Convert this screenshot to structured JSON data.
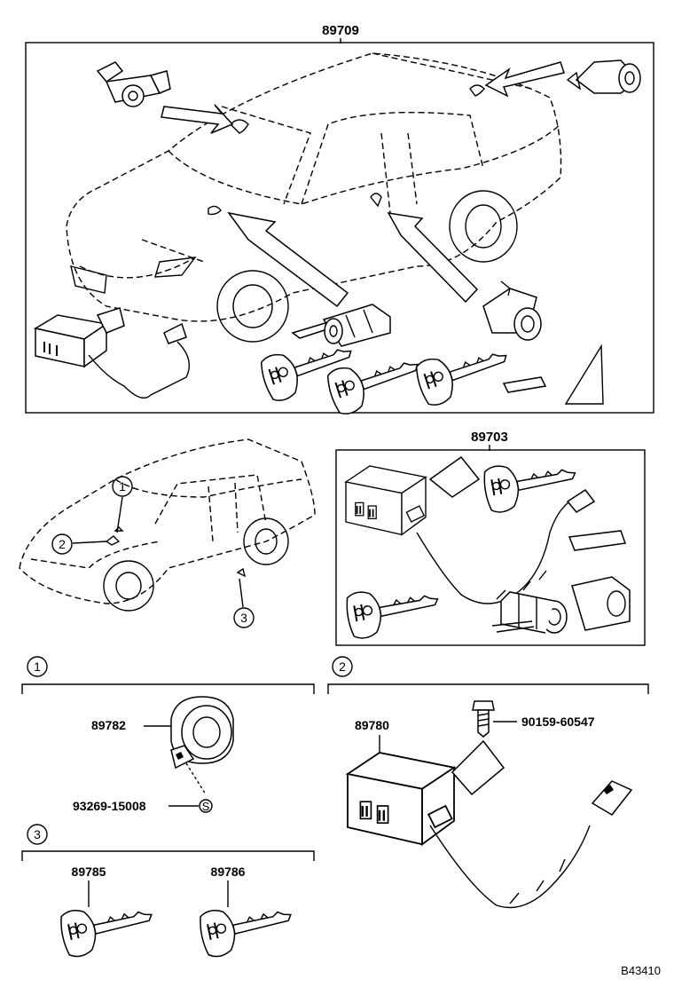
{
  "sections": {
    "assembly": {
      "part_number": "89709"
    },
    "kit": {
      "part_number": "89703"
    },
    "group1": {
      "marker": "1",
      "parts": {
        "coil": "89782",
        "screw": "93269-15008",
        "screw_marker": "S"
      }
    },
    "group2": {
      "marker": "2",
      "parts": {
        "ecu": "89780",
        "bolt": "90159-60547"
      }
    },
    "group3": {
      "marker": "3",
      "parts": {
        "key_a": "89785",
        "key_b": "89786"
      }
    }
  },
  "overview_callouts": [
    "1",
    "2",
    "3"
  ],
  "footer": {
    "diagram_id": "B43410"
  }
}
